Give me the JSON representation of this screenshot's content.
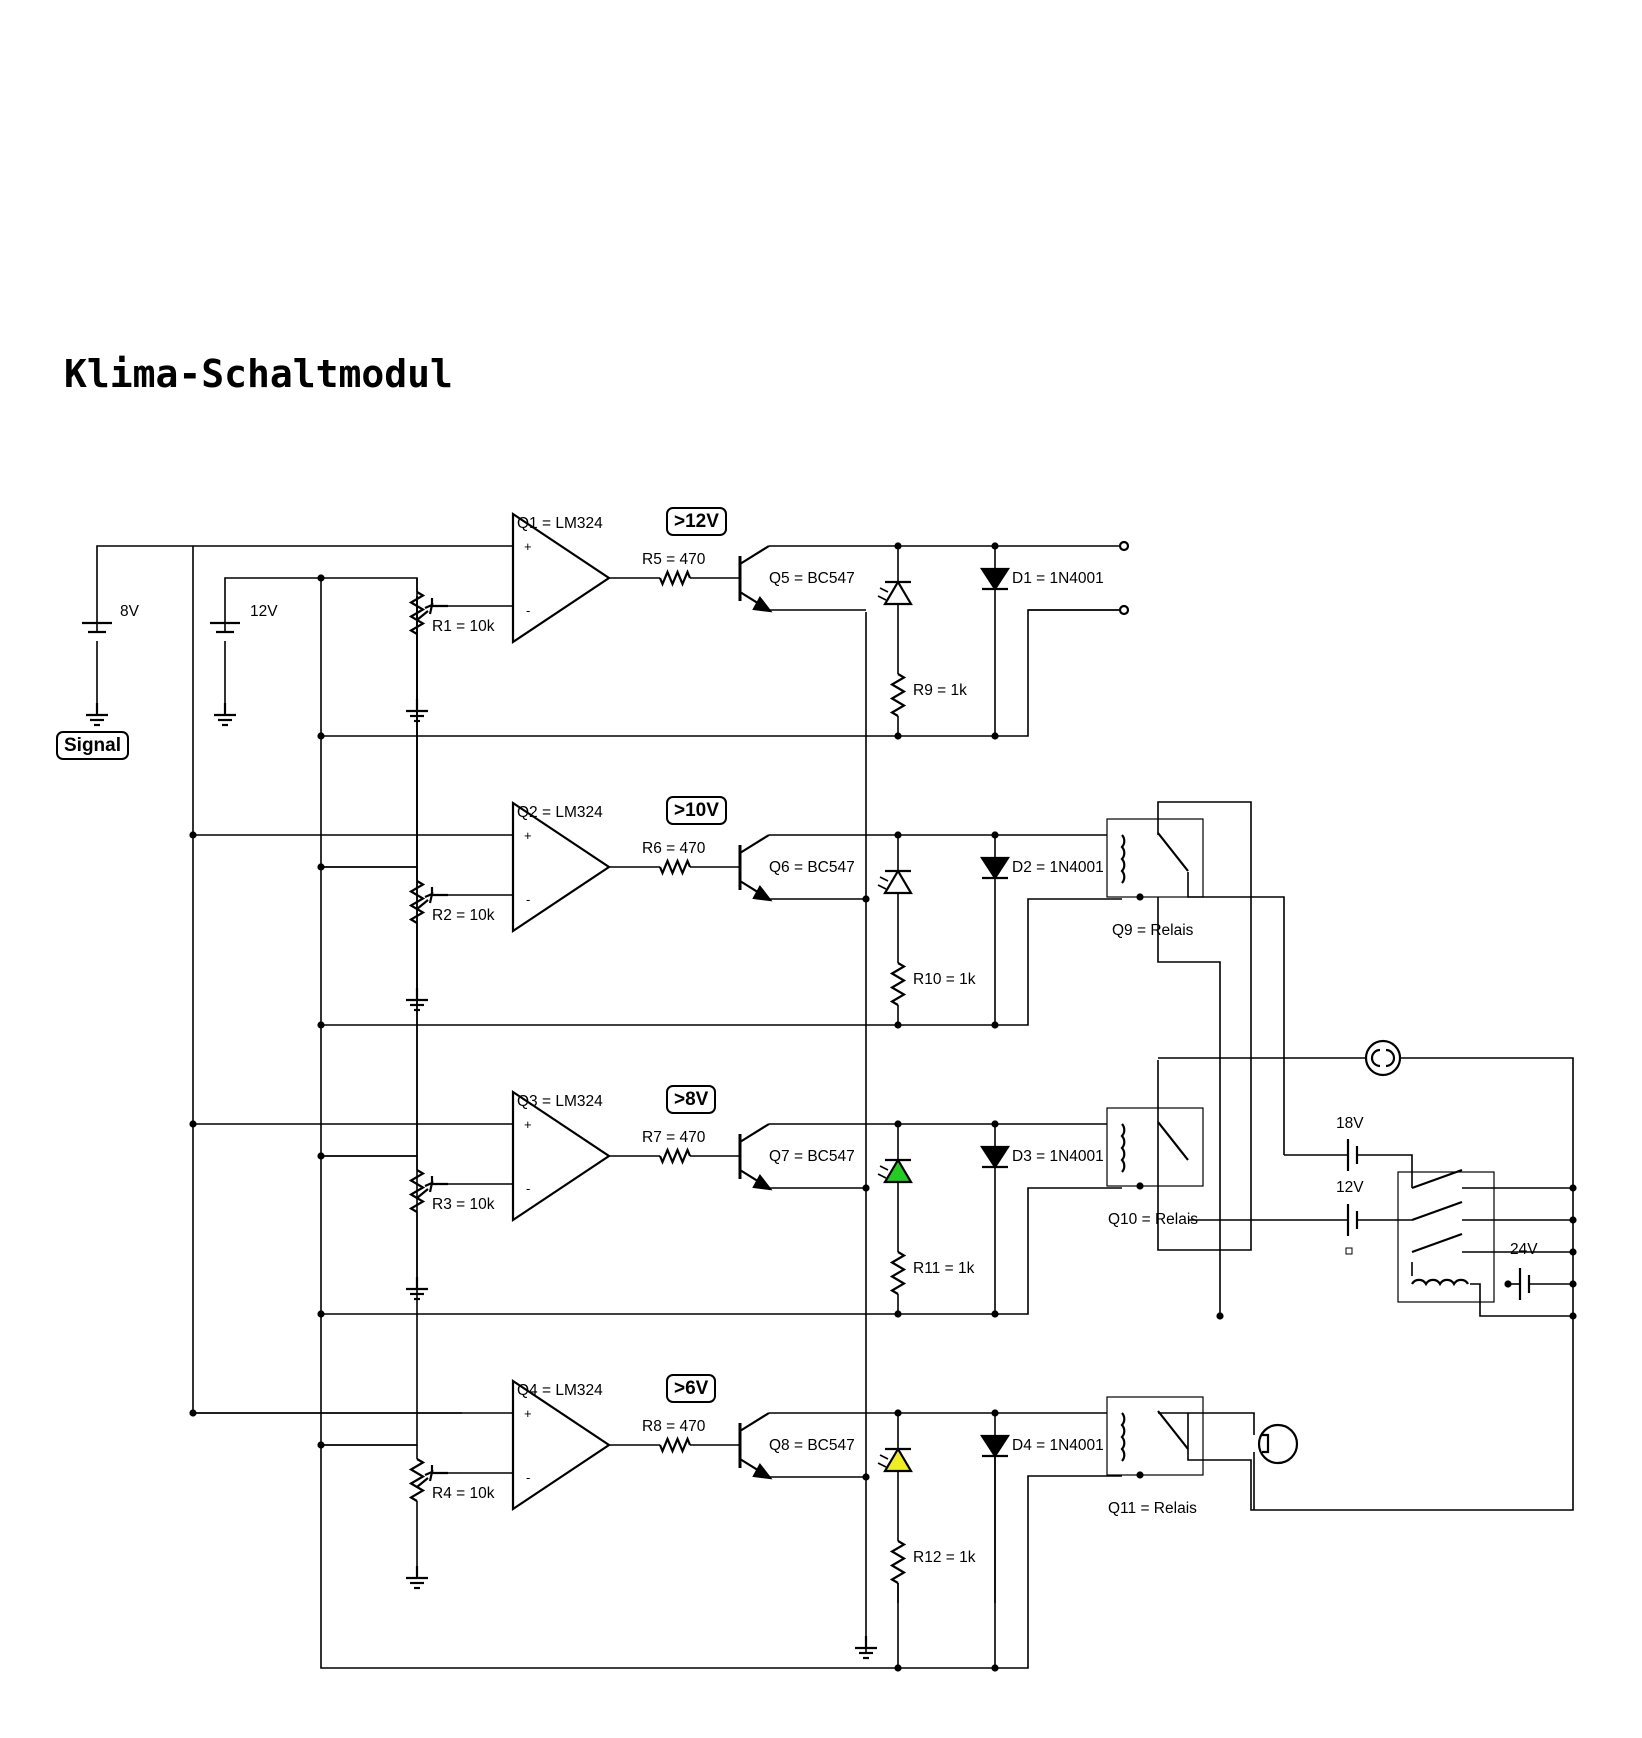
{
  "title": "Klima-Schaltmodul",
  "signal_tag": "Signal",
  "sources": {
    "signal": "8V",
    "reference": "12V",
    "b18": "18V",
    "b12": "12V",
    "b24": "24V"
  },
  "plus": "+",
  "minus": "-",
  "stages": [
    {
      "threshold": ">12V",
      "opamp": "Q1 = LM324",
      "pot": "R1 = 10k",
      "base_r": "R5 = 470",
      "transistor": "Q5 = BC547",
      "led_r": "R9 = 1k",
      "diode": "D1 = 1N4001",
      "led_color": "#ffffff"
    },
    {
      "threshold": ">10V",
      "opamp": "Q2 = LM324",
      "pot": "R2 = 10k",
      "base_r": "R6 = 470",
      "transistor": "Q6 = BC547",
      "led_r": "R10 = 1k",
      "diode": "D2 = 1N4001",
      "led_color": "#ffffff",
      "relay": "Q9 = Relais"
    },
    {
      "threshold": ">8V",
      "opamp": "Q3 = LM324",
      "pot": "R3 = 10k",
      "base_r": "R7 = 470",
      "transistor": "Q7 = BC547",
      "led_r": "R11 = 1k",
      "diode": "D3 = 1N4001",
      "led_color": "#22cc22",
      "relay": "Q10 = Relais"
    },
    {
      "threshold": ">6V",
      "opamp": "Q4 = LM324",
      "pot": "R4 = 10k",
      "base_r": "R8 = 470",
      "transistor": "Q8 = BC547",
      "led_r": "R12 = 1k",
      "diode": "D4 = 1N4001",
      "led_color": "#eeee22",
      "relay": "Q11 = Relais"
    }
  ]
}
